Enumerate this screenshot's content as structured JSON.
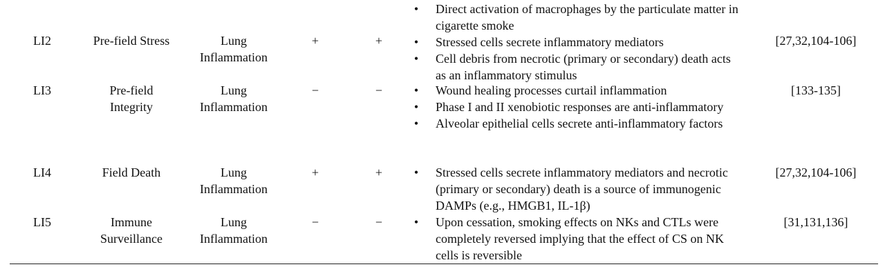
{
  "rows": [
    {
      "id": "LI2",
      "name": "Pre-field Stress",
      "organ": "Lung\nInflammation",
      "sign1": "+",
      "sign2": "+",
      "bullets": [
        "Direct activation of macrophages by the particulate matter in cigarette smoke",
        "Stressed cells secrete inflammatory mediators",
        "Cell debris from necrotic (primary or secondary) death acts as an inflammatory stimulus"
      ],
      "refs": "[27,32,104-106]"
    },
    {
      "id": "LI3",
      "name": "Pre-field\nIntegrity",
      "organ": "Lung\nInflammation",
      "sign1": "−",
      "sign2": "−",
      "bullets": [
        "Wound healing processes curtail inflammation",
        "Phase I and II xenobiotic responses are anti-inflammatory",
        "Alveolar epithelial cells secrete anti-inflammatory factors"
      ],
      "refs": "[133-135]"
    },
    {
      "id": "LI4",
      "name": "Field Death",
      "organ": "Lung\nInflammation",
      "sign1": "+",
      "sign2": "+",
      "bullets": [
        "Stressed cells secrete inflammatory mediators and necrotic (primary or secondary) death is a source of immunogenic DAMPs (e.g., HMGB1, IL-1β)"
      ],
      "refs": "[27,32,104-106]"
    },
    {
      "id": "LI5",
      "name": "Immune\nSurveillance",
      "organ": "Lung\nInflammation",
      "sign1": "−",
      "sign2": "−",
      "bullets": [
        "Upon cessation, smoking effects on NKs and CTLs were completely reversed implying that the effect of CS on NK cells is reversible"
      ],
      "refs": "[31,131,136]"
    }
  ],
  "bullet_glyph": "•"
}
